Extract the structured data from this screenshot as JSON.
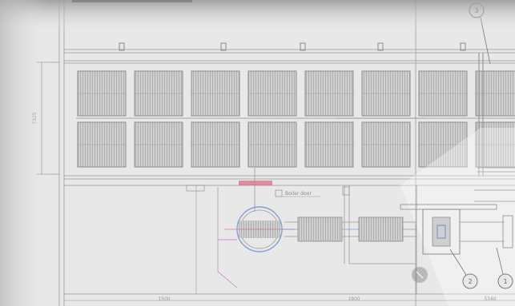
{
  "drawing": {
    "dimensions": {
      "height_left": "7325",
      "bottom_1": "1500",
      "bottom_2": "1800",
      "bottom_3": "5340"
    },
    "callouts": [
      "3",
      "2",
      "1"
    ],
    "labels": {
      "boiler_door": "Boiler door",
      "upper_label": "",
      "right_label": "",
      "lower_label": ""
    },
    "colors": {
      "background": "#e8e8e8",
      "line": "#9a9a9a",
      "panel_fill": "#c9c9c9",
      "accent_red": "#d9506a",
      "accent_blue": "#6a8fcf",
      "accent_magenta": "#c86fc8"
    }
  }
}
